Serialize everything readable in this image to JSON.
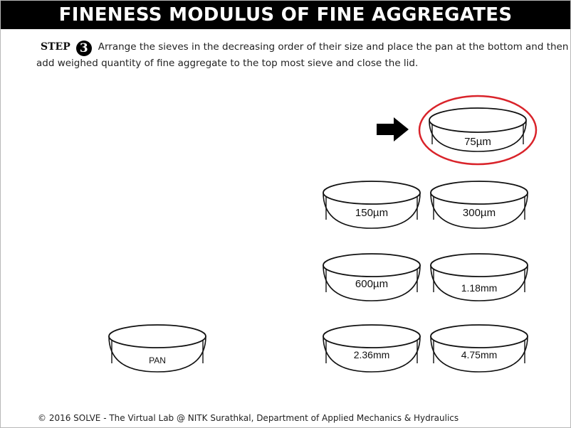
{
  "header": {
    "title": "FINENESS MODULUS OF FINE AGGREGATES"
  },
  "step": {
    "label": "STEP",
    "number": "3",
    "text": "Arrange the sieves in the decreasing order of their size and place the pan at the bottom and then add weighed quantity of fine aggregate to the top most sieve and close the lid."
  },
  "sieves": {
    "s75": "75µm",
    "s150": "150µm",
    "s300": "300µm",
    "s600": "600µm",
    "s118": "1.18mm",
    "s236": "2.36mm",
    "s475": "4.75mm",
    "pan": "PAN"
  },
  "highlight_color": "#d9232a",
  "footer": {
    "text": "© 2016 SOLVE - The Virtual Lab @ NITK Surathkal, Department of Applied Mechanics & Hydraulics"
  }
}
